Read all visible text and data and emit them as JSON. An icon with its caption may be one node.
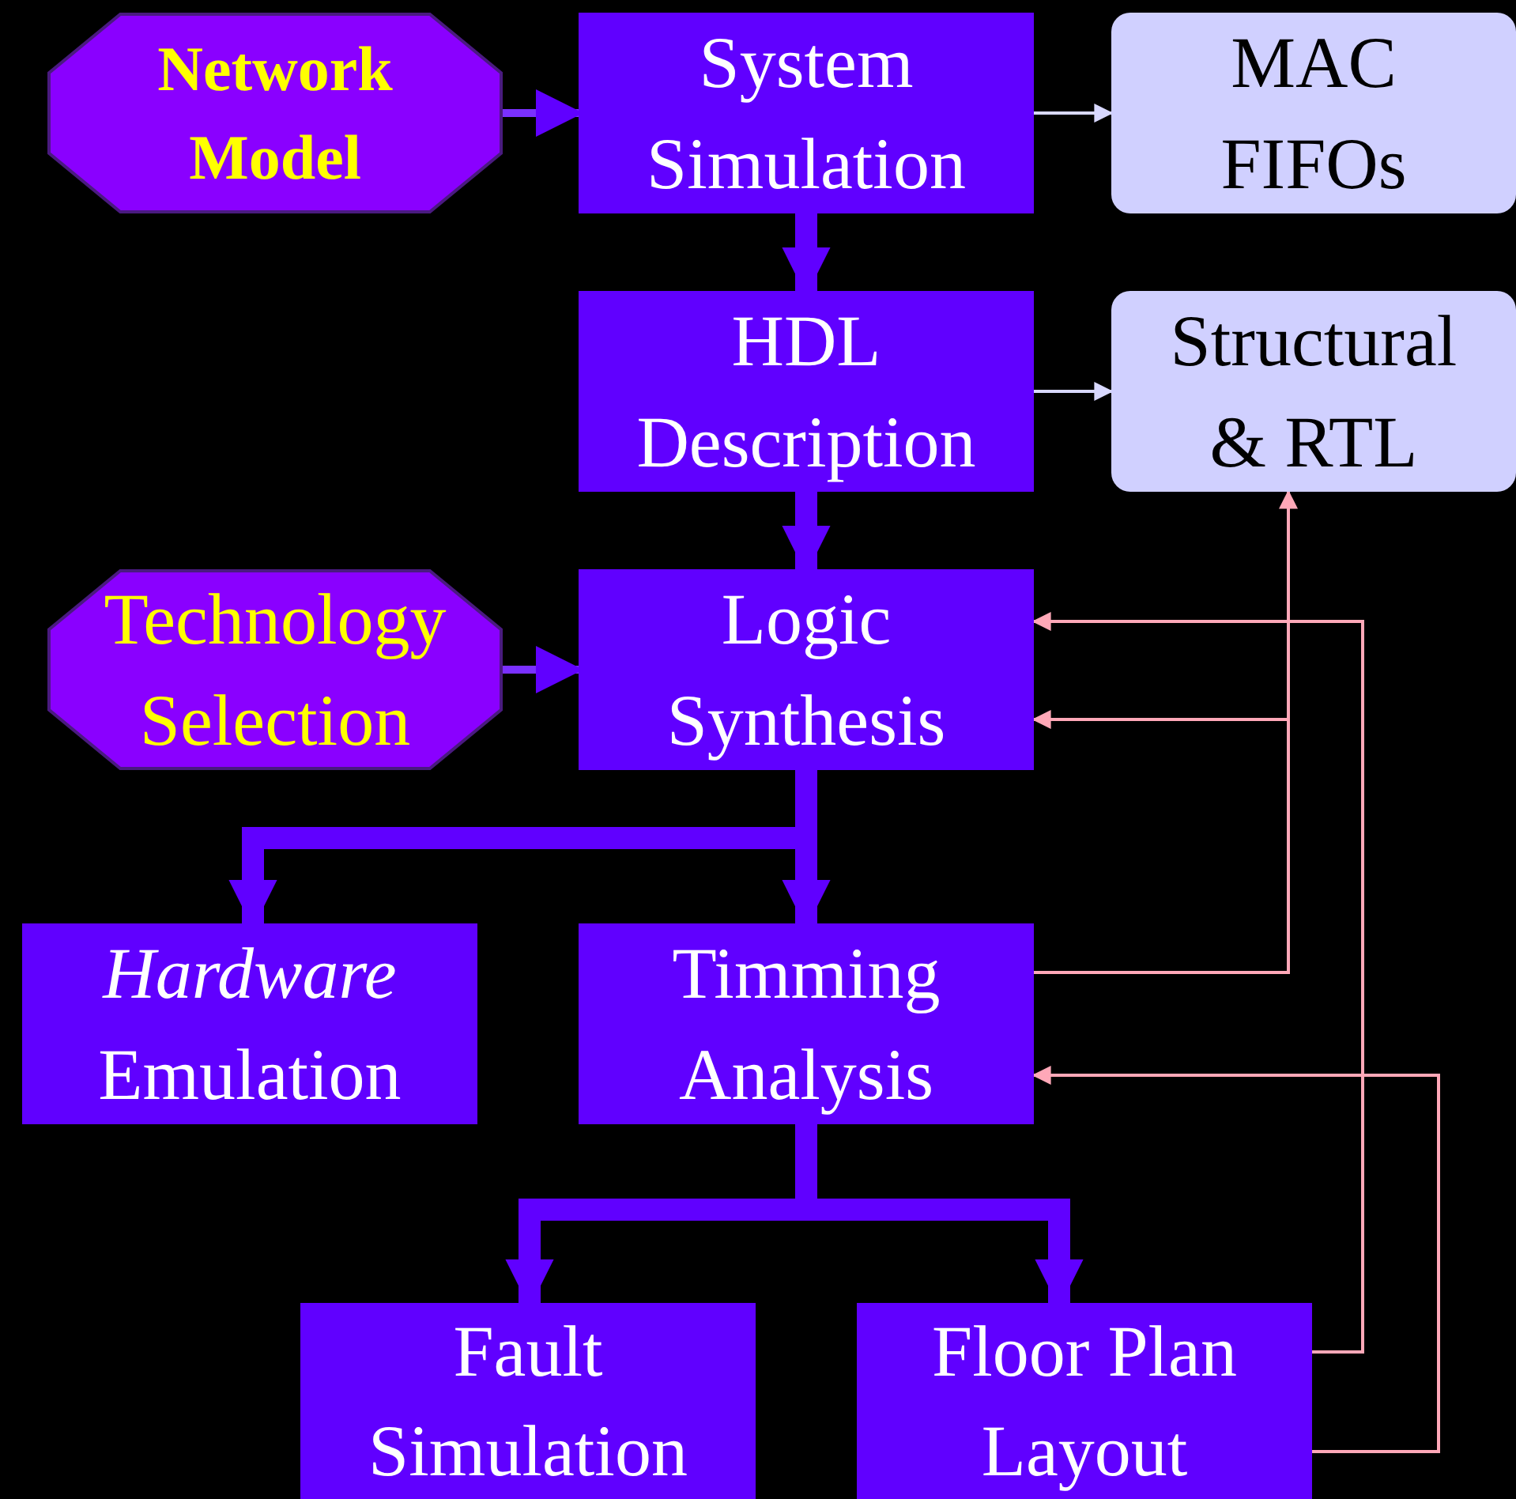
{
  "diagram": {
    "nodes": [
      {
        "text": [
          "Network Model"
        ]
      },
      {
        "text": [
          "System Simulation"
        ]
      },
      {
        "text": [
          "MAC FIFOs"
        ]
      },
      {
        "text": [
          "HDL Description"
        ]
      },
      {
        "text": [
          "Structural & RTL"
        ]
      },
      {
        "text": [
          "Technology Selection"
        ]
      },
      {
        "text": [
          "Logic Synthesis"
        ]
      },
      {
        "text": [
          "*Hardware* Emulation"
        ]
      },
      {
        "text": [
          "Timming Analysis"
        ]
      },
      {
        "text": [
          "Fault Simulation"
        ]
      },
      {
        "text": [
          "Floor Plan Layout"
        ]
      }
    ],
    "edges": [
      {
        "from": 0,
        "to": 1,
        "arrow": "to"
      },
      {
        "from": 1,
        "to": 2,
        "arrow": "to",
        "color": "#d8d8ff"
      },
      {
        "from": 1,
        "to": 3,
        "arrow": "to",
        "style": "thick"
      },
      {
        "from": 3,
        "to": 4,
        "arrow": "to",
        "color": "#d8d8ff"
      },
      {
        "from": 3,
        "to": 6,
        "arrow": "to",
        "style": "thick"
      },
      {
        "from": 5,
        "to": 6,
        "arrow": "to"
      },
      {
        "from": 6,
        "to": 7,
        "arrow": "to",
        "style": "thick"
      },
      {
        "from": 6,
        "to": 8,
        "arrow": "to",
        "style": "thick"
      },
      {
        "from": 8,
        "to": 9,
        "arrow": "to",
        "style": "thick"
      },
      {
        "from": 8,
        "to": 10,
        "arrow": "to",
        "style": "thick"
      },
      {
        "from": 8,
        "to": 4,
        "arrow": "to",
        "color": "#ffa8b8"
      },
      {
        "from": 8,
        "to": 6,
        "arrow": "to",
        "color": "#ffa8b8"
      },
      {
        "from": 10,
        "to": 6,
        "arrow": "to",
        "color": "#ffa8b8"
      },
      {
        "from": 10,
        "to": 8,
        "arrow": "to",
        "color": "#ffa8b8"
      }
    ]
  }
}
